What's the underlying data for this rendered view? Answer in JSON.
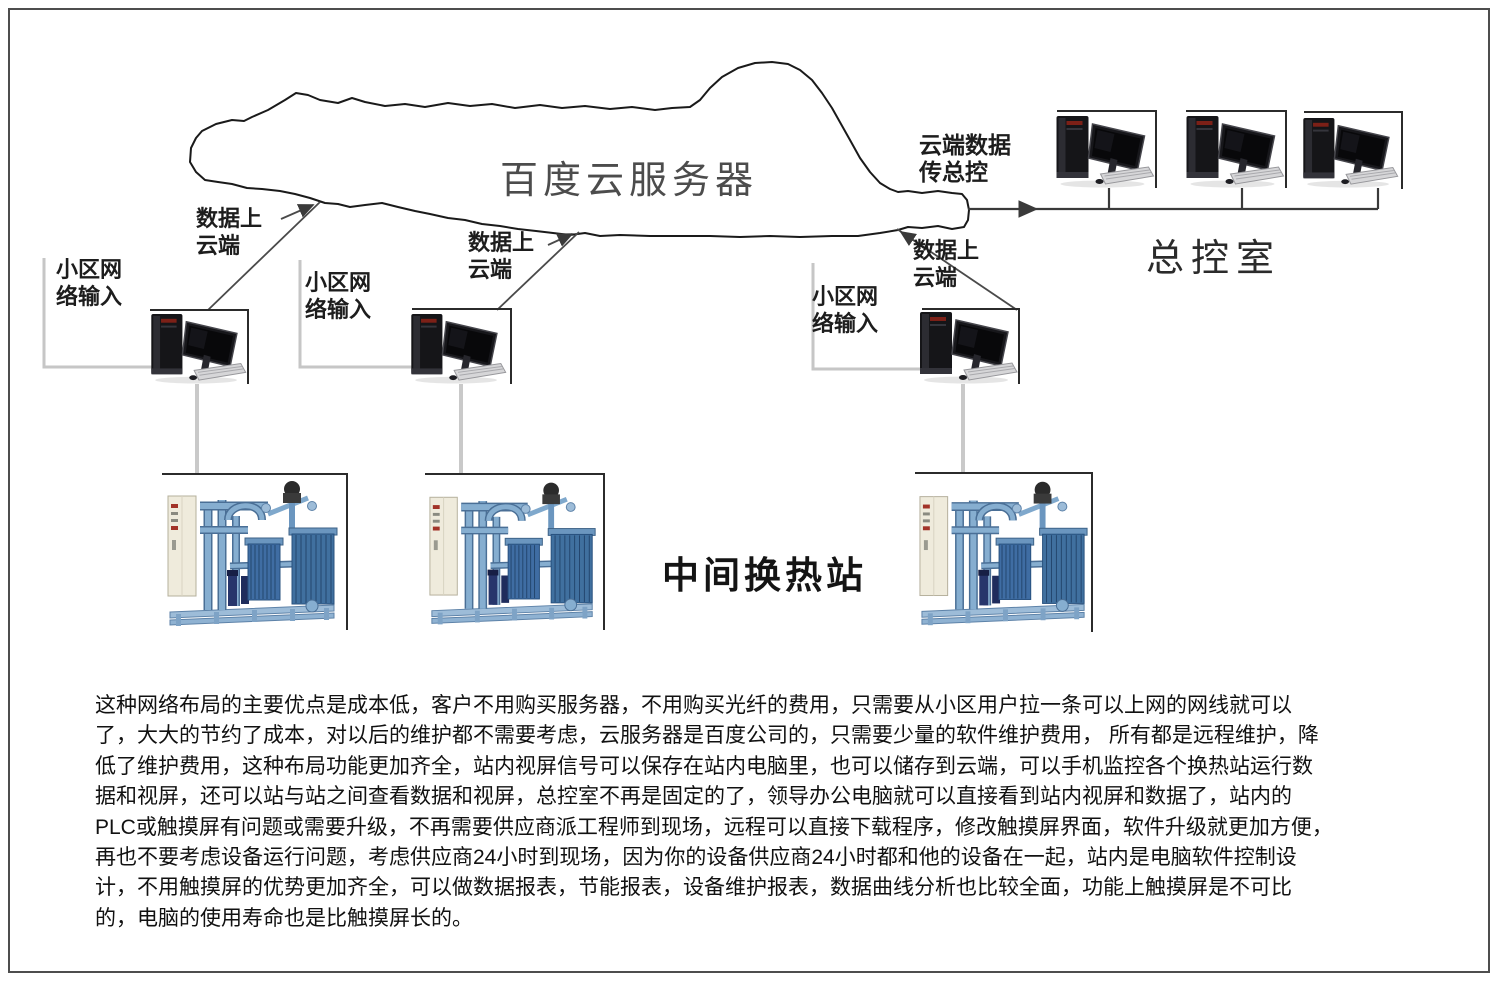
{
  "diagram": {
    "cloud_label": "百度云服务器",
    "control_room_label": "总控室",
    "heat_station_label": "中间换热站",
    "cloud_to_control_label": {
      "line1": "云端数据",
      "line2": "传总控"
    },
    "data_upload_labels": [
      {
        "line1": "数据上",
        "line2": "云端"
      },
      {
        "line1": "数据上",
        "line2": "云端"
      },
      {
        "line1": "数据上",
        "line2": "云端"
      }
    ],
    "network_input_labels": [
      {
        "line1": "小区网",
        "line2": "络输入"
      },
      {
        "line1": "小区网",
        "line2": "络输入"
      },
      {
        "line1": "小区网",
        "line2": "络输入"
      }
    ],
    "icons": {
      "computer": "desktop-computer-icon",
      "station": "heat-exchange-station-icon",
      "cloud": "hand-drawn-cloud-shape"
    },
    "colors": {
      "line_dark": "#3a3a3a",
      "line_light": "#c6c6c6",
      "frame": "#2b2b2b",
      "station_blue": "#4d7fa9",
      "cabinet_cream": "#efebdc",
      "tower_red": "#7c2017"
    }
  },
  "description": {
    "lines": [
      "这种网络布局的主要优点是成本低，客户不用购买服务器，不用购买光纤的费用，只需要从小区用户拉一条可以上网的网线就可以",
      "了，大大的节约了成本，对以后的维护都不需要考虑，云服务器是百度公司的，只需要少量的软件维护费用， 所有都是远程维护，降",
      "低了维护费用，这种布局功能更加齐全，站内视屏信号可以保存在站内电脑里，也可以储存到云端，可以手机监控各个换热站运行数",
      "据和视屏，还可以站与站之间查看数据和视屏，总控室不再是固定的了，领导办公电脑就可以直接看到站内视屏和数据了，站内的",
      "PLC或触摸屏有问题或需要升级，不再需要供应商派工程师到现场，远程可以直接下载程序，修改触摸屏界面，软件升级就更加方便，",
      "再也不要考虑设备运行问题，考虑供应商24小时到现场，因为你的设备供应商24小时都和他的设备在一起，站内是电脑软件控制设",
      "计，不用触摸屏的优势更加齐全，可以做数据报表，节能报表，设备维护报表，数据曲线分析也比较全面，功能上触摸屏是不可比",
      "的，电脑的使用寿命也是比触摸屏长的。"
    ]
  }
}
